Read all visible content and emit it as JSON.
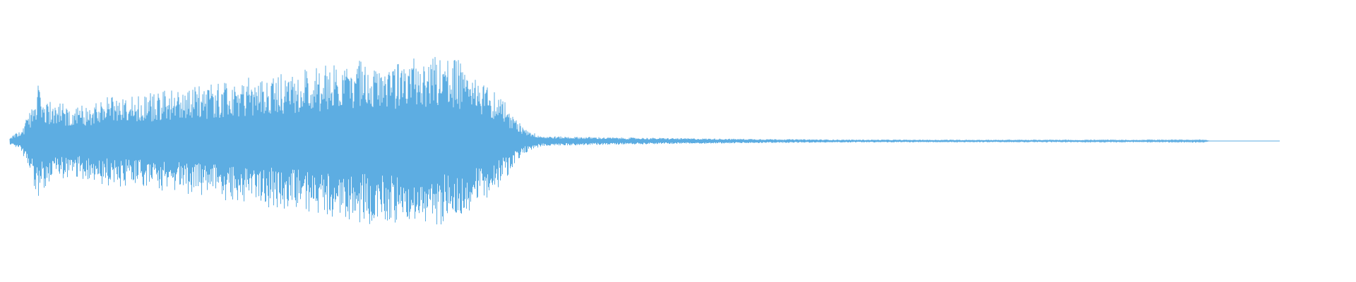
{
  "waveform": {
    "color": "#5dade2",
    "background": "#ffffff",
    "envelope": [
      [
        0.0,
        0.02
      ],
      [
        0.01,
        0.08
      ],
      [
        0.018,
        0.25
      ],
      [
        0.022,
        0.38
      ],
      [
        0.026,
        0.3
      ],
      [
        0.03,
        0.26
      ],
      [
        0.05,
        0.22
      ],
      [
        0.08,
        0.28
      ],
      [
        0.11,
        0.3
      ],
      [
        0.15,
        0.34
      ],
      [
        0.18,
        0.38
      ],
      [
        0.21,
        0.42
      ],
      [
        0.24,
        0.45
      ],
      [
        0.26,
        0.5
      ],
      [
        0.28,
        0.52
      ],
      [
        0.3,
        0.5
      ],
      [
        0.32,
        0.52
      ],
      [
        0.34,
        0.52
      ],
      [
        0.355,
        0.5
      ],
      [
        0.37,
        0.4
      ],
      [
        0.385,
        0.3
      ],
      [
        0.395,
        0.18
      ],
      [
        0.405,
        0.08
      ],
      [
        0.42,
        0.035
      ],
      [
        0.48,
        0.025
      ],
      [
        0.55,
        0.018
      ],
      [
        0.65,
        0.01
      ],
      [
        0.8,
        0.008
      ],
      [
        0.94,
        0.006
      ],
      [
        0.945,
        0.0
      ],
      [
        1.0,
        0.0
      ]
    ]
  }
}
